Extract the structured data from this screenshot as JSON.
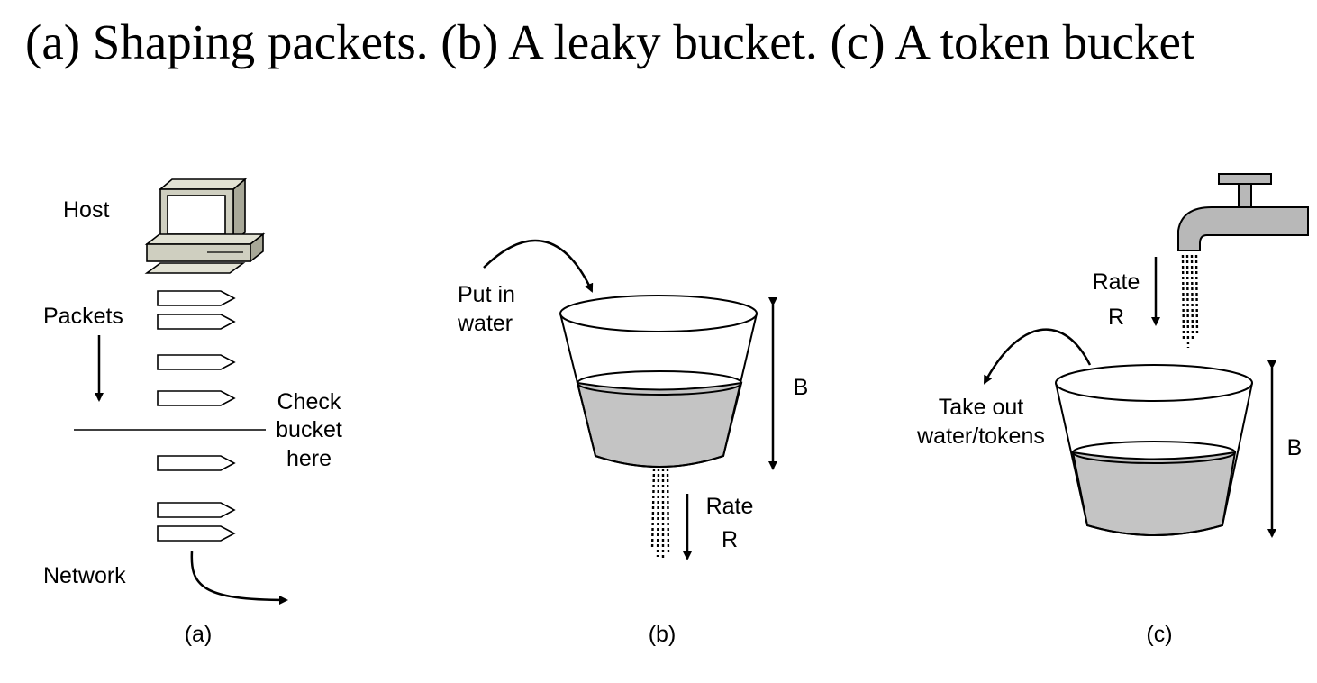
{
  "title": "(a) Shaping packets. (b) A leaky bucket. (c) A token bucket",
  "panel_a": {
    "host_label": "Host",
    "packets_label": "Packets",
    "check_line1": "Check",
    "check_line2": "bucket",
    "check_line3": "here",
    "network_label": "Network",
    "caption": "(a)"
  },
  "panel_b": {
    "input_line1": "Put in",
    "input_line2": "water",
    "capacity_label": "B",
    "rate_line1": "Rate",
    "rate_line2": "R",
    "caption": "(b)"
  },
  "panel_c": {
    "rate_line1": "Rate",
    "rate_line2": "R",
    "output_line1": "Take out",
    "output_line2": "water/tokens",
    "capacity_label": "B",
    "caption": "(c)"
  },
  "colors": {
    "water": "#c4c4c4",
    "computer": "#cfcfc0",
    "faucet": "#b8b8b8",
    "stroke": "#000000"
  }
}
